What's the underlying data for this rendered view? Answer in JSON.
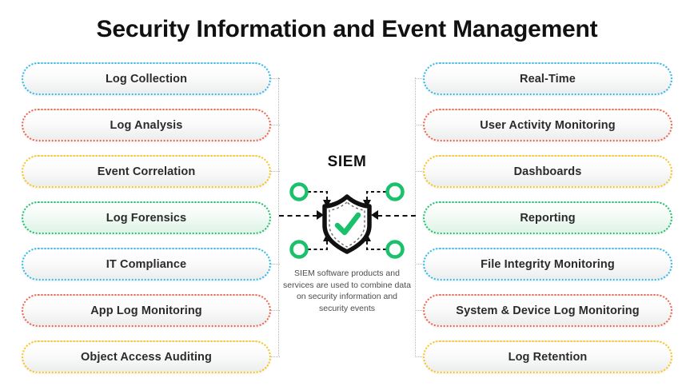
{
  "page": {
    "title": "Security Information and Event Management",
    "background_color": "#ffffff"
  },
  "colors": {
    "blue": "#2bb8ef",
    "red": "#f2604a",
    "yellow": "#fbc412",
    "green": "#18c16a",
    "connector_gray": "#b6b6b6",
    "arrow_black": "#111111",
    "text_dark": "#2b2b2b"
  },
  "center": {
    "label": "SIEM",
    "caption": "SIEM software products and services are used to combine data on security information and security events",
    "shield_icon": "shield-check-icon",
    "check_color": "#18c16a",
    "node_icon": "circle-node-icon",
    "node_count": 4
  },
  "left_column": {
    "items": [
      {
        "label": "Log Collection",
        "color": "blue"
      },
      {
        "label": "Log Analysis",
        "color": "red"
      },
      {
        "label": "Event Correlation",
        "color": "yellow"
      },
      {
        "label": "Log Forensics",
        "color": "green"
      },
      {
        "label": "IT Compliance",
        "color": "blue"
      },
      {
        "label": "App Log Monitoring",
        "color": "red"
      },
      {
        "label": "Object Access Auditing",
        "color": "yellow"
      }
    ]
  },
  "right_column": {
    "items": [
      {
        "label": "Real-Time",
        "color": "blue"
      },
      {
        "label": "User Activity Monitoring",
        "color": "red"
      },
      {
        "label": "Dashboards",
        "color": "yellow"
      },
      {
        "label": "Reporting",
        "color": "green"
      },
      {
        "label": "File Integrity Monitoring",
        "color": "blue"
      },
      {
        "label": "System & Device Log Monitoring",
        "color": "red"
      },
      {
        "label": "Log Retention",
        "color": "yellow"
      }
    ]
  }
}
